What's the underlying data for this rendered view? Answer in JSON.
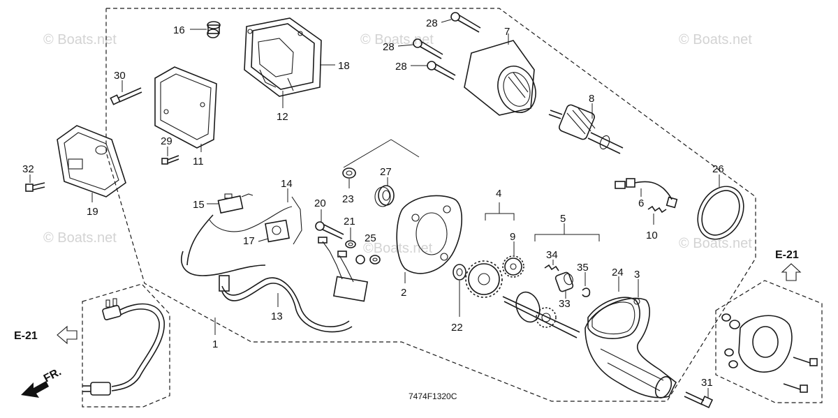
{
  "diagram_code": "7474F1320C",
  "watermark": "© Boats.net",
  "watermark_center": "©Boats.net",
  "ref_left": "E-21",
  "ref_right": "E-21",
  "front_label": "FR.",
  "callouts": {
    "c1": "1",
    "c2": "2",
    "c3": "3",
    "c4": "4",
    "c5": "5",
    "c6": "6",
    "c7": "7",
    "c8": "8",
    "c9": "9",
    "c10": "10",
    "c11": "11",
    "c12": "12",
    "c13": "13",
    "c14": "14",
    "c15": "15",
    "c16": "16",
    "c17": "17",
    "c18": "18",
    "c19": "19",
    "c20": "20",
    "c21": "21",
    "c22": "22",
    "c23": "23",
    "c24": "24",
    "c25": "25",
    "c26": "26",
    "c27": "27",
    "c28a": "28",
    "c28b": "28",
    "c28c": "28",
    "c29": "29",
    "c30": "30",
    "c31": "31",
    "c32": "32",
    "c33": "33",
    "c34": "34",
    "c35": "35"
  }
}
